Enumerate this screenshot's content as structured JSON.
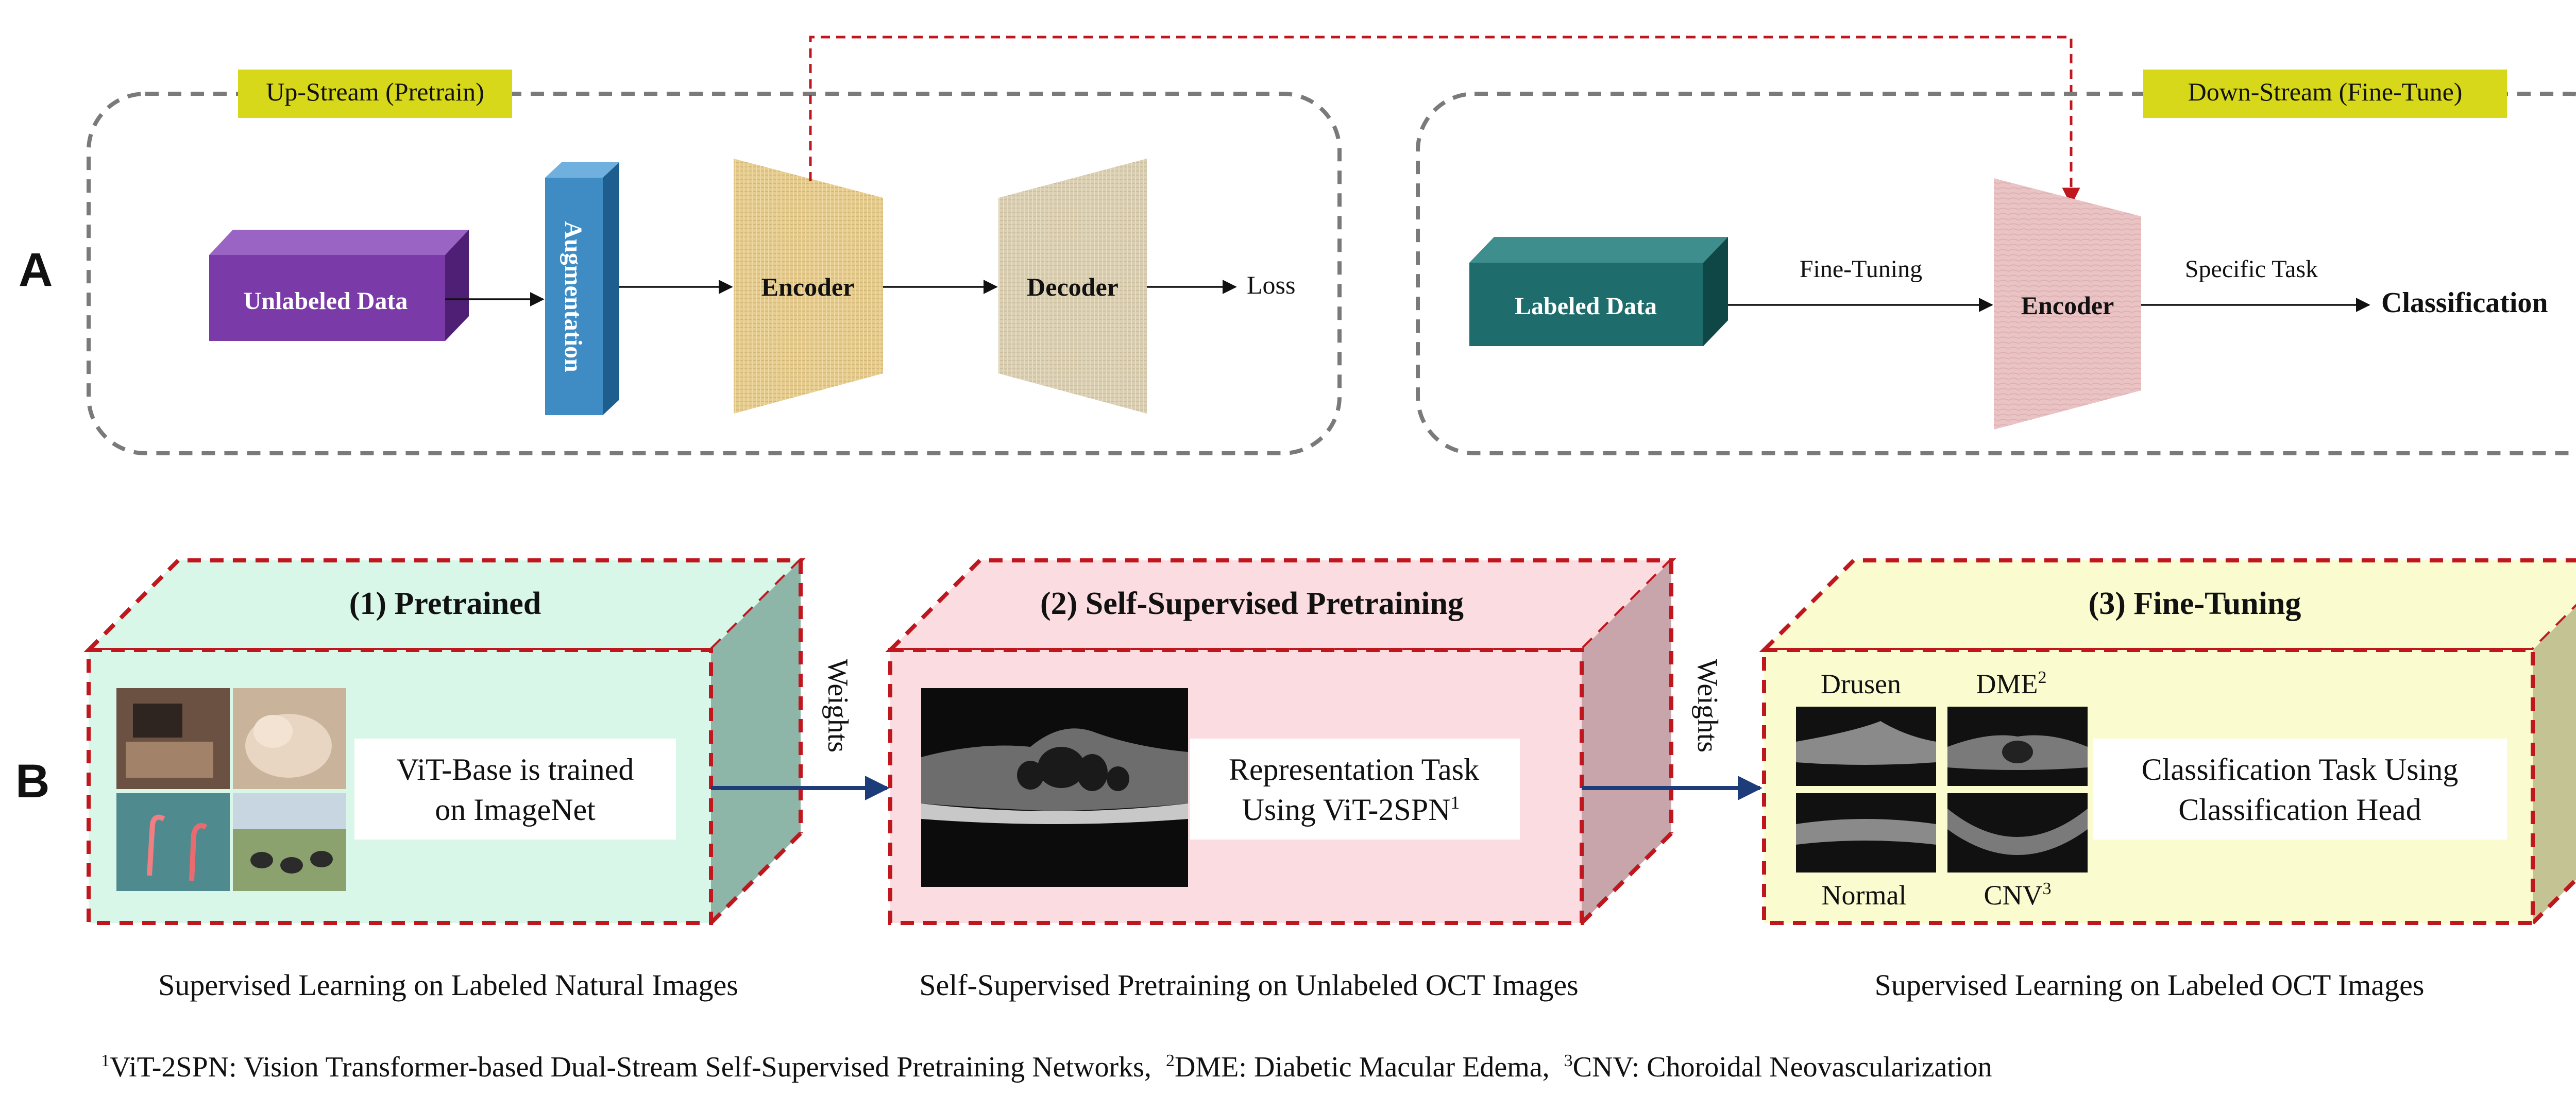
{
  "panel_a": {
    "label": "A",
    "upstream": {
      "badge": "Up-Stream (Pretrain)",
      "input": "Unlabeled Data",
      "augment": "Augmentation",
      "encoder": "Encoder",
      "decoder": "Decoder",
      "loss": "Loss"
    },
    "downstream": {
      "badge": "Down-Stream (Fine-Tune)",
      "input": "Labeled Data",
      "finetune_label": "Fine-Tuning",
      "encoder": "Encoder",
      "task_label": "Specific Task",
      "output": "Classification"
    }
  },
  "panel_b": {
    "label": "B",
    "weights": "Weights",
    "box1": {
      "title": "(1) Pretrained",
      "text1": "ViT-Base is trained",
      "text2": "on ImageNet",
      "caption": "Supervised Learning on Labeled Natural Images"
    },
    "box2": {
      "title": "(2) Self-Supervised Pretraining",
      "text1": "Representation Task",
      "text2": "Using ViT-2SPN",
      "sup": "1",
      "caption": "Self-Supervised Pretraining on Unlabeled OCT Images"
    },
    "box3": {
      "title": "(3) Fine-Tuning",
      "text1": "Classification Task Using",
      "text2": "Classification Head",
      "drusen": "Drusen",
      "dme": "DME",
      "dme_sup": "2",
      "normal": "Normal",
      "cnv": "CNV",
      "cnv_sup": "3",
      "caption": "Supervised Learning on Labeled OCT Images"
    }
  },
  "footnote": {
    "s1": "1",
    "t1": "ViT-2SPN: Vision Transformer-based Dual-Stream Self-Supervised Pretraining Networks,",
    "s2": "2",
    "t2": "DME: Diabetic Macular Edema,",
    "s3": "3",
    "t3": "CNV: Choroidal Neovascularization"
  },
  "colors": {
    "badge": "#d7d81a",
    "unlabeled": "#7a3aa8",
    "augment": "#3f8cc4",
    "encoder_up": "#e3c98a",
    "decoder": "#d8ccae",
    "labeled": "#1f6c6c",
    "encoder_down": "#e9c2c3",
    "box1": "#d8f7e8",
    "box2": "#fbdde1",
    "box3": "#fafbcf",
    "dashed_red": "#c0161d",
    "arrow_blue": "#1d3c7a"
  }
}
